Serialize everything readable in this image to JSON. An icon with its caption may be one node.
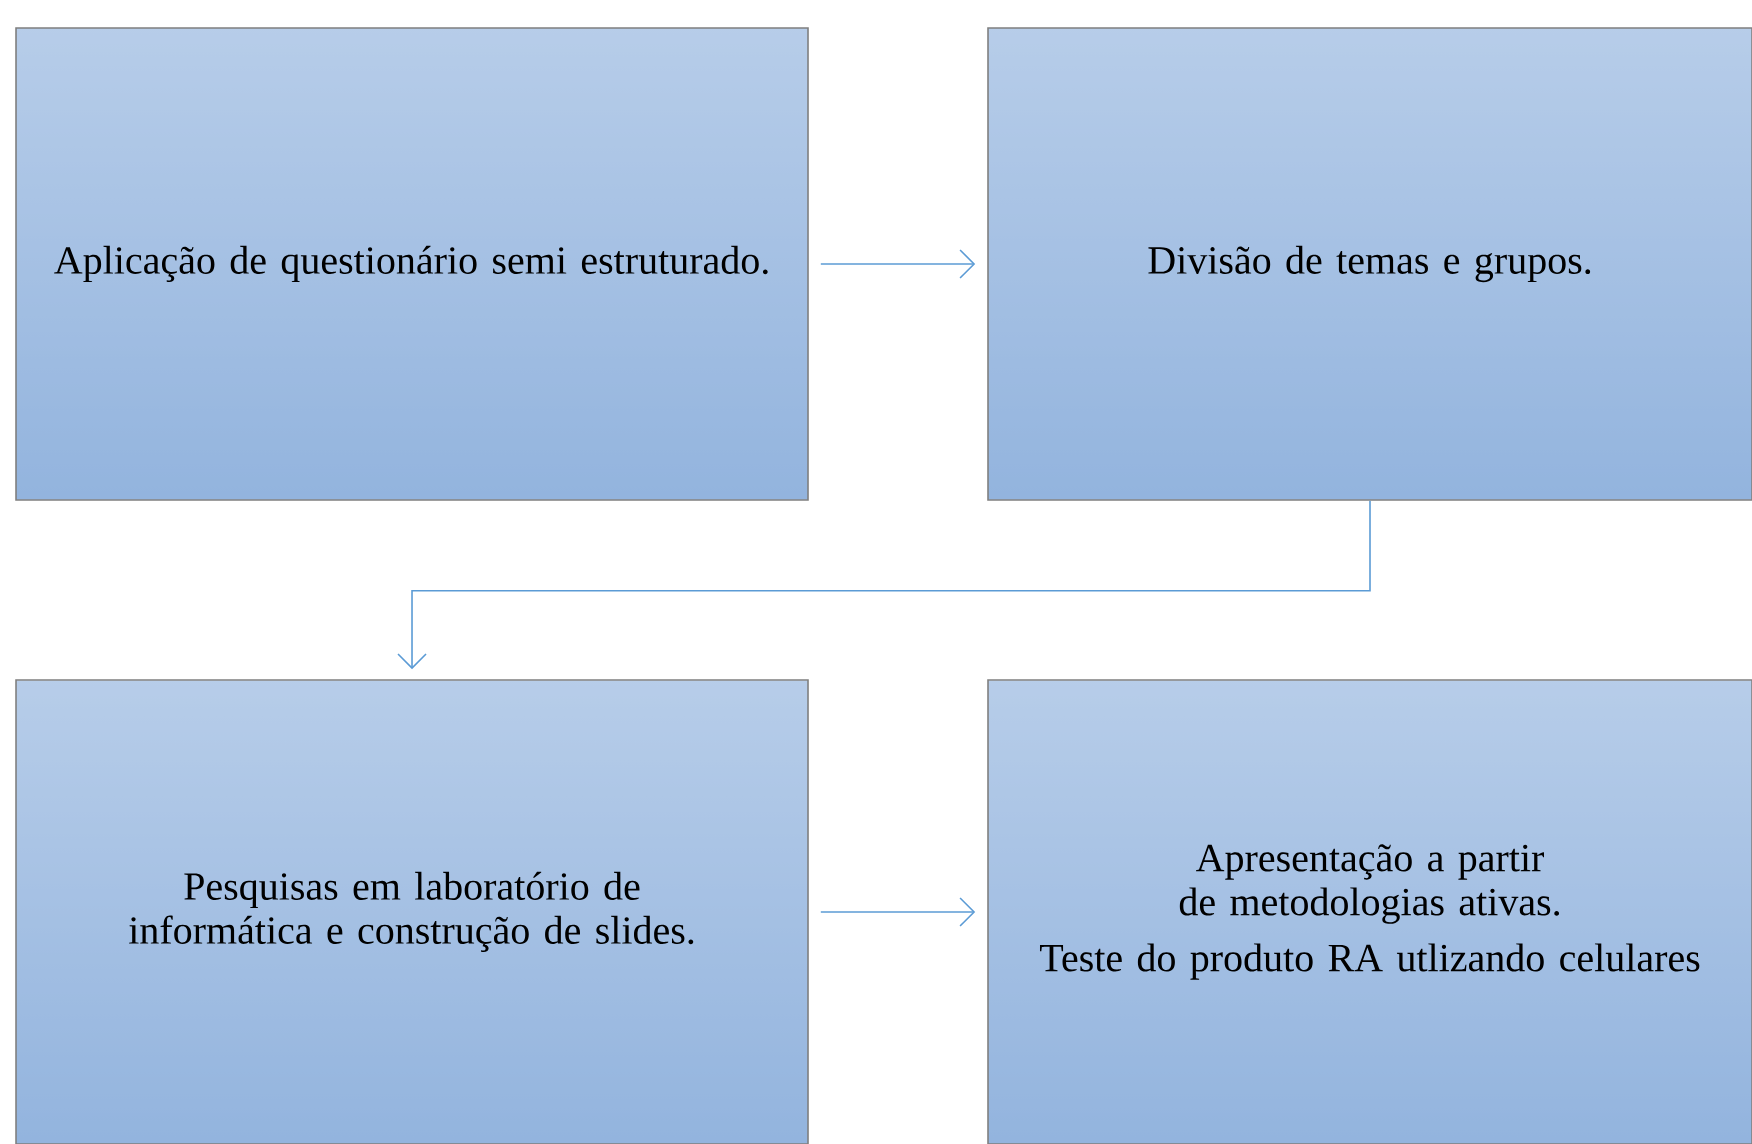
{
  "diagram": {
    "nodes": [
      {
        "text": [
          "Aplicação de questionário semi estruturado."
        ]
      },
      {
        "text": [
          "Divisão de temas e grupos."
        ]
      },
      {
        "text": [
          "Pesquisas em laboratório de informática e construção de slides."
        ]
      },
      {
        "text": [
          "Apresentação a partir de metodologias ativas.",
          "Teste do produto RA utlizando celulares"
        ]
      }
    ],
    "edges": [
      {
        "from": 0,
        "to": 1,
        "arrow": "to"
      },
      {
        "from": 1,
        "to": 2,
        "arrow": "to"
      },
      {
        "from": 2,
        "to": 3,
        "arrow": "to"
      }
    ]
  }
}
